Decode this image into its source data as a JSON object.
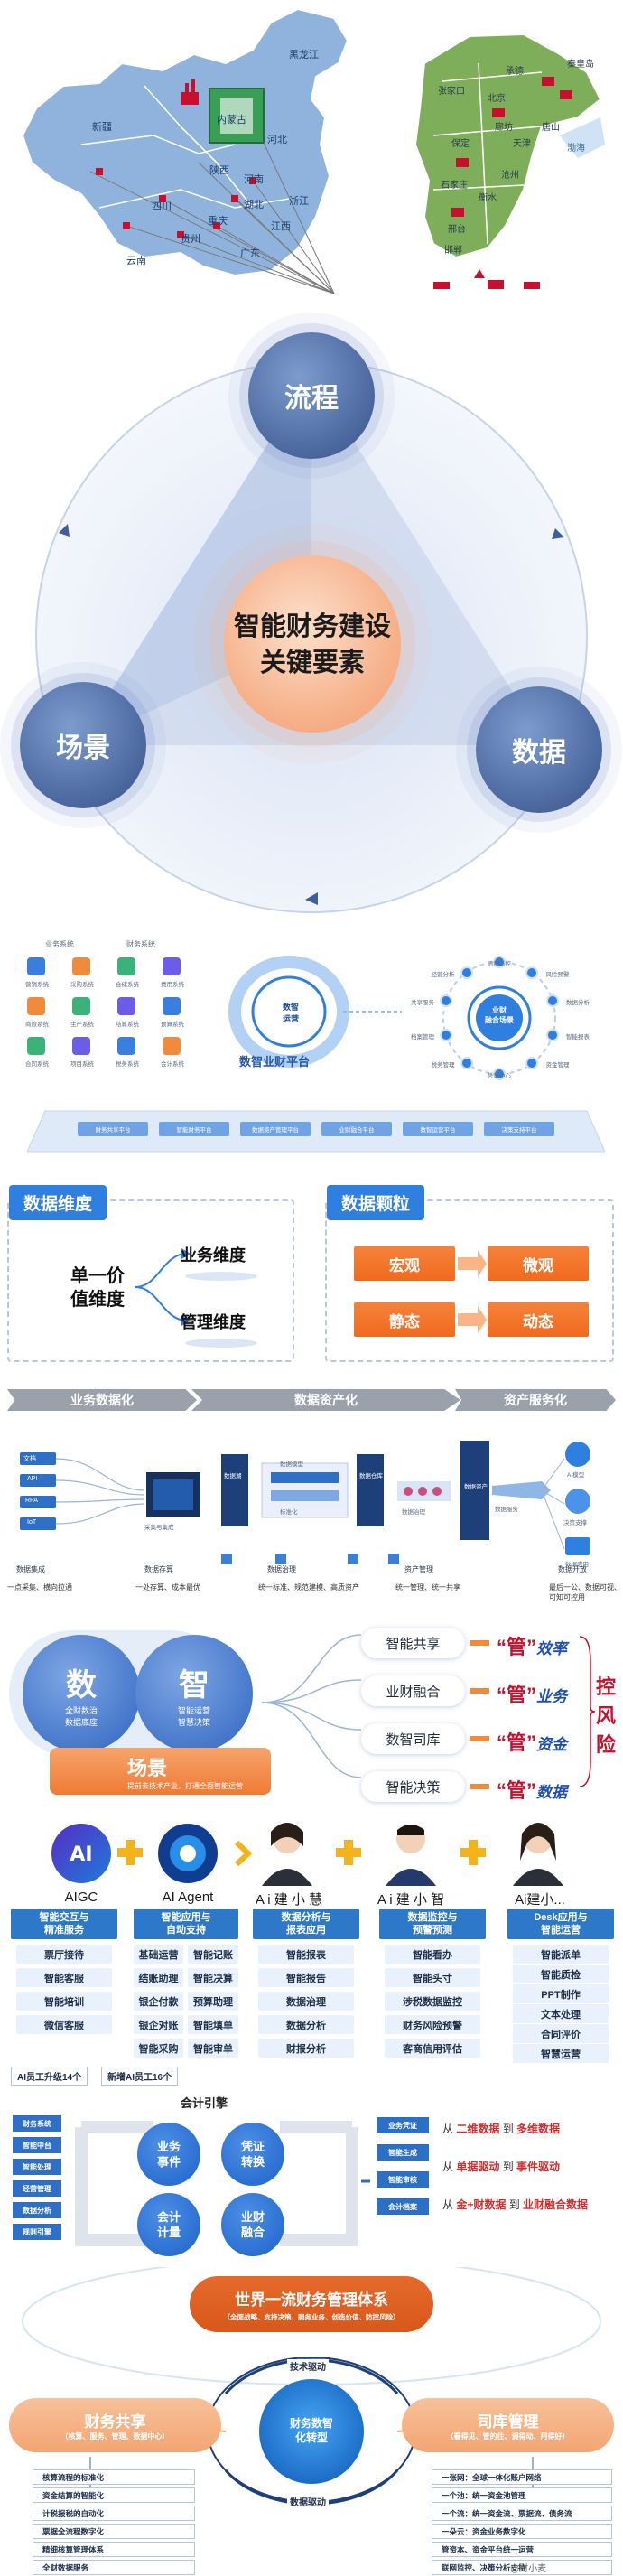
{
  "maps": {
    "china_labels": [
      "黑龙江",
      "新疆",
      "内蒙古",
      "河北",
      "陕西",
      "河南",
      "四川",
      "重庆",
      "湖北",
      "江西",
      "浙江",
      "贵州",
      "广东",
      "云南"
    ],
    "hebei_labels": [
      "承德",
      "张家口",
      "秦皇岛",
      "唐山",
      "北京",
      "天津",
      "保定",
      "廊坊",
      "沧州",
      "衡水",
      "石家庄",
      "邢台",
      "邯郸",
      "渤海"
    ]
  },
  "cycle": {
    "top": "流程",
    "left": "场景",
    "right": "数据",
    "core_line1": "智能财务建设",
    "core_line2": "关键要素"
  },
  "platform": {
    "title": "数智业财平台",
    "core_left": "数智\n运营",
    "core_right": "业财\n融合场景",
    "group_left": "业务系统",
    "group_left2": "财务系统",
    "left_icons": [
      "营销系统",
      "采购系统",
      "仓储系统",
      "费用系统",
      "商旅系统",
      "生产系统",
      "结算系统",
      "预算系统",
      "合同系统",
      "项目系统",
      "税务系统",
      "会计系统"
    ],
    "right_nodes": [
      "流程监控",
      "风险预警",
      "数据分析",
      "智能报表",
      "资金管理",
      "凭证中心",
      "税务管理",
      "档案管理",
      "共享服务",
      "经营分析"
    ],
    "base_bars": [
      "财务共享平台",
      "智能财务平台",
      "数据资产管理平台",
      "业财融合平台",
      "数智运营平台",
      "决策支持平台"
    ]
  },
  "dimension": {
    "left_tag": "数据维度",
    "right_tag": "数据颗粒",
    "source": "单一价值维度",
    "business": "业务维度",
    "management": "管理维度",
    "macro": "宏观",
    "micro": "微观",
    "static": "静态",
    "dynamic": "动态"
  },
  "flow": {
    "stages": [
      "业务数据化",
      "数据资产化",
      "资产服务化"
    ],
    "inputs": [
      "文档",
      "API",
      "RPA",
      "IoT"
    ],
    "mid_labels": [
      "采集与集成",
      "数据湖",
      "数据模型",
      "标准化",
      "数据仓库",
      "数据治理",
      "数据资产",
      "数据服务"
    ],
    "right_labels": [
      "AI模型",
      "决策支撑",
      "数据应用"
    ],
    "captions": [
      "一点采集、横向拉通",
      "一处存算、成本最优",
      "统一标准、规范建模、高质资产",
      "统一管理、统一共享",
      "最后一公、数据可视、可知可控用"
    ],
    "caption_titles": [
      "数据集成",
      "数据存算",
      "数据治理",
      "资产管理",
      "数据开放"
    ]
  },
  "risk": {
    "left_char": "数",
    "left_sub": "全财数治\n数据底座",
    "right_char": "智",
    "right_sub": "智能运营\n智慧决策",
    "scene": "场景",
    "scene_sub": "提前去技术产业，打通全面智能运营",
    "pills": [
      "智能共享",
      "业财融合",
      "数智司库",
      "智能决策"
    ],
    "guan": "“管”",
    "outcomes": [
      "效率",
      "业务",
      "资金",
      "数据"
    ],
    "control": [
      "控",
      "风",
      "险"
    ]
  },
  "ai": {
    "avatars": [
      "AIGC",
      "AI Agent",
      "A i 建 小 慧",
      "A i 建 小 智",
      "Ai建小..."
    ],
    "heads": [
      [
        "智能交互与",
        "精准服务"
      ],
      [
        "智能应用与",
        "自动支持"
      ],
      [
        "数据分析与",
        "报表应用"
      ],
      [
        "数据监控与",
        "预警预测"
      ],
      [
        "Desk应用与",
        "智能运营"
      ]
    ],
    "col1": [
      "票厅接待",
      "智能客服",
      "智能培训",
      "微信客服"
    ],
    "col2a": [
      "基础运营",
      "结账助理",
      "银企付款",
      "银企对账",
      "智能采购"
    ],
    "col2b": [
      "智能记账",
      "智能决算",
      "预算助理",
      "智能填单",
      "智能审单"
    ],
    "col3": [
      "智能报表",
      "智能报告",
      "数据治理",
      "数据分析",
      "财报分析"
    ],
    "col4": [
      "智能看办",
      "智能头寸",
      "涉税数据监控",
      "财务风险预警",
      "客商信用评估"
    ],
    "col5": [
      "智能派单",
      "智能质检",
      "PPT制作",
      "文本处理",
      "合同评价",
      "智慧运营"
    ],
    "upgrade1": "AI员工升级14个",
    "upgrade2": "新增AI员工16个"
  },
  "engine": {
    "title": "会计引擎",
    "left": [
      "财务系统",
      "智能中台",
      "智能处理",
      "经营管理",
      "数据分析",
      "规则引擎"
    ],
    "circles": [
      [
        "业务",
        "事件"
      ],
      [
        "凭证",
        "转换"
      ],
      [
        "会计",
        "计量"
      ],
      [
        "业财",
        "融合"
      ]
    ],
    "right_tags": [
      "业务凭证",
      "智能生成",
      "智能审核",
      "会计档案"
    ],
    "rows": [
      [
        "从",
        "二维数据",
        "到",
        "多维数据"
      ],
      [
        "从",
        "单据驱动",
        "到",
        "事件驱动"
      ],
      [
        "从",
        "金+财数据",
        "到",
        "业财融合数据"
      ]
    ]
  },
  "world": {
    "title": "世界一流财务管理体系",
    "subtitle": "（全面战略、支持决策、服务业务、创造价值、防控风险）",
    "left_title": "财务共享",
    "left_sub": "（核算、服务、管理、数据中心）",
    "right_title": "司库管理",
    "right_sub": "（看得见、管的住、调得动、用得好）",
    "center": "财务数智\n化转型",
    "top_drive": "技术驱动",
    "bottom_drive": "数据驱动",
    "left_list": [
      "核算流程的标准化",
      "资金结算的智能化",
      "计税报税的自动化",
      "票据全流程数字化",
      "精细核算管理体系",
      "全财数据服务"
    ],
    "right_list": [
      "一张网：全球一体化账户网络",
      "一个池：统一资金池管理",
      "一个流：统一资金流、票据流、债务流",
      "一朵云：资金业务数字化",
      "管资本、资金平台统一运营",
      "联网监控、决策分析支持"
    ],
    "watermark": "@财小麦"
  }
}
